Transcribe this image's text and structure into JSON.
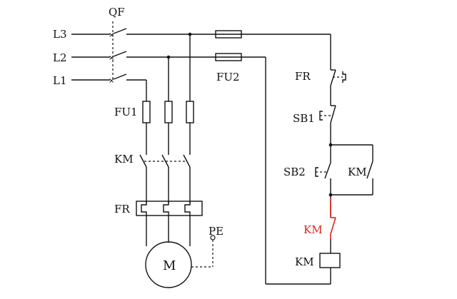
{
  "labels": {
    "qf": "QF",
    "l3": "L3",
    "l2": "L2",
    "l1": "L1",
    "fu1": "FU1",
    "fu2": "FU2",
    "km_main": "KM",
    "fr_main": "FR",
    "pe": "PE",
    "motor": "M",
    "fr_ctrl": "FR",
    "sb1": "SB1",
    "sb2": "SB2",
    "km_hold": "KM",
    "km_red": "KM",
    "km_coil": "KM"
  },
  "colors": {
    "wire": "#111111",
    "highlight": "#e0201a"
  }
}
